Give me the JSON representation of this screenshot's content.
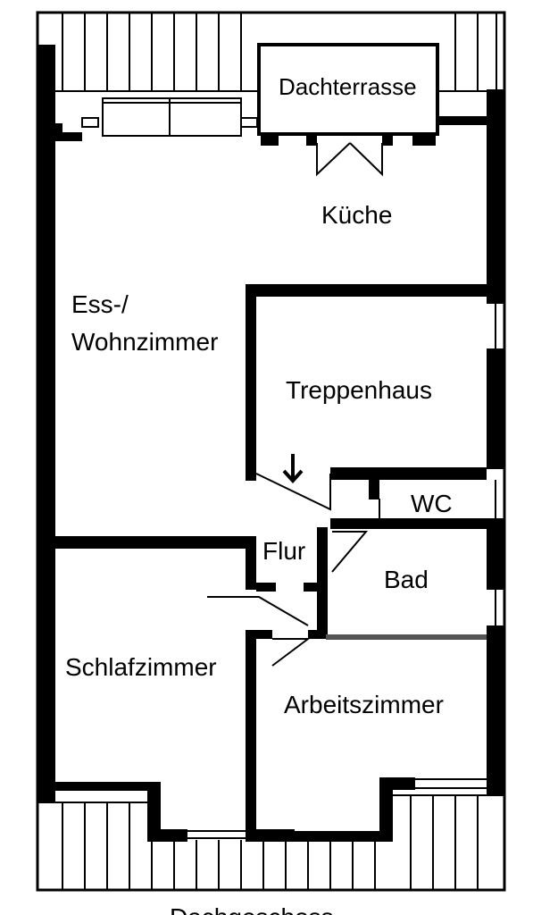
{
  "rooms": {
    "dachterrasse": "Dachterrasse",
    "kueche": "Küche",
    "ess_wohn_line1": "Ess-/",
    "ess_wohn_line2": "Wohnzimmer",
    "treppenhaus": "Treppenhaus",
    "wc": "WC",
    "flur": "Flur",
    "bad": "Bad",
    "schlafzimmer": "Schlafzimmer",
    "arbeitszimmer": "Arbeitszimmer"
  },
  "footer_cut_text": "Dachgeschoss",
  "colors": {
    "wall": "#000000",
    "background": "#ffffff",
    "light_wall": "#555555"
  }
}
